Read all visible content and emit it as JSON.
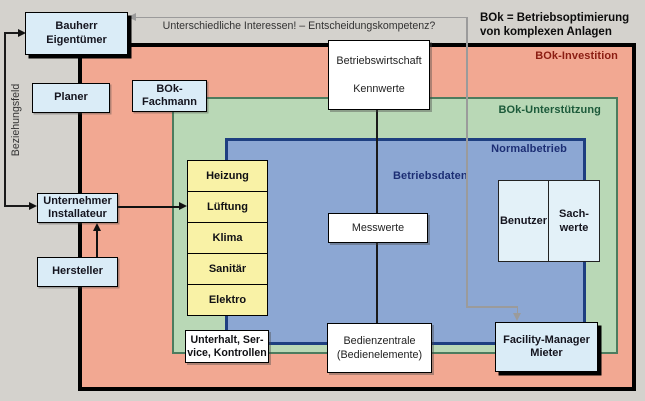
{
  "note": {
    "line1": "BOk = Betriebsoptimierung",
    "line2": "von komplexen Anlagen"
  },
  "annotation": {
    "text": "Unterschiedliche Interessen! – Entscheidungskompetenz?"
  },
  "left_bracket_label": "Beziehungsfeld",
  "actors": {
    "bauherr": {
      "line1": "Bauherr",
      "line2": "Eigentümer"
    },
    "planer": {
      "label": "Planer"
    },
    "bok_fachmann": {
      "line1": "BOk-",
      "line2": "Fachmann"
    },
    "unternehmer": {
      "line1": "Unternehmer",
      "line2": "Installateur"
    },
    "hersteller": {
      "label": "Hersteller"
    },
    "benutzer": {
      "label": "Benutzer"
    },
    "sachwerte": {
      "line1": "Sach-",
      "line2": "werte"
    },
    "facility_manager": {
      "line1": "Facility-Manager",
      "line2": "Mieter"
    }
  },
  "regions": {
    "investition": {
      "label": "BOk-Investition",
      "fill": "#f2a892",
      "label_color": "#8b1d12",
      "border": "#000000"
    },
    "unterstuetzung": {
      "label": "BOk-Unterstützung",
      "fill": "#b9d8b6",
      "label_color": "#1c5a3a",
      "border": "#4c7c5e"
    },
    "normalbetrieb": {
      "label": "Normalbetrieb",
      "fill": "#8ca7d3",
      "label_color": "#1c2e74",
      "border": "#1e3f80"
    },
    "betriebsdaten_label": {
      "label": "Betriebsdaten",
      "label_color": "#1c2e74"
    }
  },
  "systems": {
    "fill": "#f9f2a6",
    "items": [
      "Heizung",
      "Lüftung",
      "Klima",
      "Sanitär",
      "Elektro"
    ]
  },
  "process_boxes": {
    "betriebswirtschaft": {
      "line1": "Betriebswirtschaft",
      "line2": "Kennwerte"
    },
    "messwerte": {
      "label": "Messwerte"
    },
    "bedienzentrale": {
      "line1": "Bedienzentrale",
      "line2": "(Bedienelemente)"
    },
    "unterhalt": {
      "line1": "Unterhalt, Ser-",
      "line2": "vice, Kontrollen"
    }
  },
  "colors": {
    "canvas_bg": "#d4d2cd",
    "actor_fill": "#daecf7",
    "pale_fill": "#e3f1f8",
    "gray_connector": "#9b9b9b",
    "black_connector": "#111111"
  }
}
